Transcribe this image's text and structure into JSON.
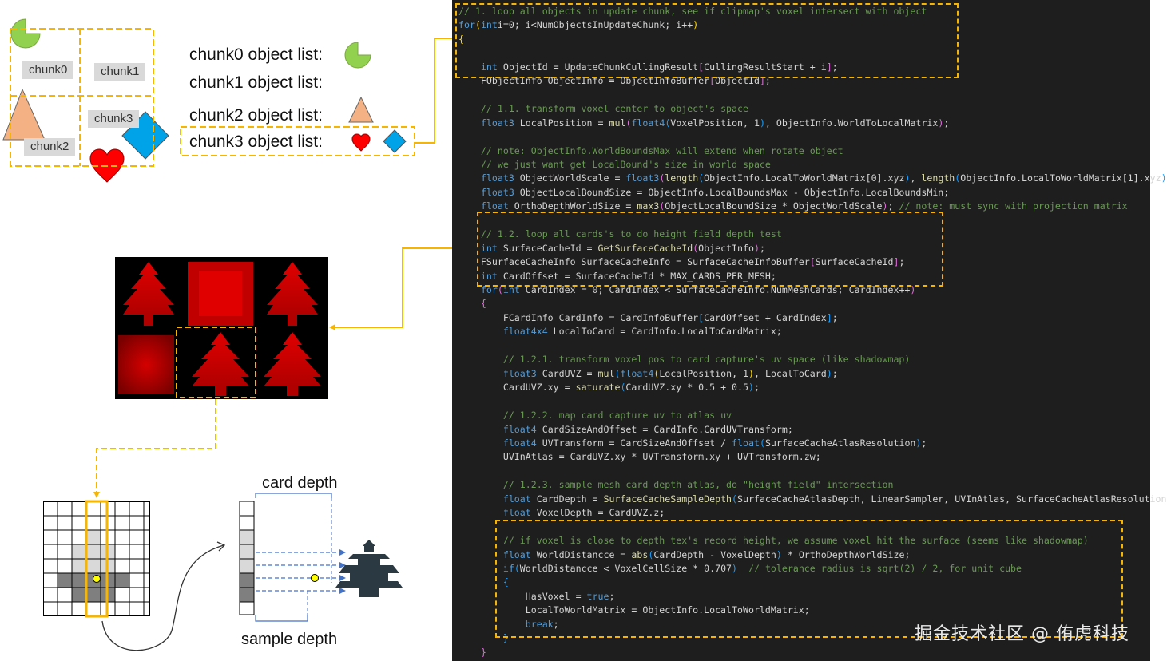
{
  "chunks": {
    "labels": [
      "chunk0",
      "chunk1",
      "chunk3",
      "chunk2"
    ]
  },
  "object_lists": [
    {
      "label": "chunk0 object list:",
      "objects": [
        "pacman-shape"
      ]
    },
    {
      "label": "chunk1 object list:",
      "objects": []
    },
    {
      "label": "chunk2 object list:",
      "objects": [
        "triangle-shape"
      ]
    },
    {
      "label": "chunk3 object list:",
      "objects": [
        "heart-shape",
        "diamond-shape"
      ]
    }
  ],
  "depth_diagram": {
    "top_label": "card depth",
    "bottom_label": "sample depth"
  },
  "colors": {
    "highlight": "#f7b500",
    "pacman": "#92d050",
    "triangle": "#f4b183",
    "heart": "#ff0000",
    "diamond": "#00a2e8",
    "code_bg": "#1e1e1e"
  },
  "code": [
    [
      [
        "cm",
        "// 1. loop all objects in update chunk, see if clipmap's voxel intersect with object"
      ]
    ],
    [
      [
        "kw",
        "for"
      ],
      [
        "br1",
        "("
      ],
      [
        "kw",
        "int"
      ],
      [
        "",
        "i=0; i<NumObjectsInUpdateChunk; i++"
      ],
      [
        "br1",
        ")"
      ]
    ],
    [
      [
        "br1",
        "{"
      ]
    ],
    [
      [
        "",
        ""
      ]
    ],
    [
      [
        "",
        "    "
      ],
      [
        "kw",
        "int"
      ],
      [
        "",
        " ObjectId = UpdateChunkCullingResult"
      ],
      [
        "br2",
        "["
      ],
      [
        "",
        "CullingResultStart + i"
      ],
      [
        "br2",
        "]"
      ],
      [
        "",
        ";"
      ]
    ],
    [
      [
        "",
        "    FObjectInfo ObjectInfo = ObjectInfoBuffer"
      ],
      [
        "br2",
        "["
      ],
      [
        "",
        "ObjectId"
      ],
      [
        "br2",
        "]"
      ],
      [
        "",
        ";"
      ]
    ],
    [
      [
        "",
        ""
      ]
    ],
    [
      [
        "",
        "    "
      ],
      [
        "cm",
        "// 1.1. transform voxel center to object's space"
      ]
    ],
    [
      [
        "",
        "    "
      ],
      [
        "kw",
        "float3"
      ],
      [
        "",
        " LocalPosition = "
      ],
      [
        "fn",
        "mul"
      ],
      [
        "br2",
        "("
      ],
      [
        "kw",
        "float4"
      ],
      [
        "br3",
        "("
      ],
      [
        "",
        "VoxelPosition, 1"
      ],
      [
        "br3",
        ")"
      ],
      [
        "",
        ", ObjectInfo.WorldToLocalMatrix"
      ],
      [
        "br2",
        ")"
      ],
      [
        "",
        ";"
      ]
    ],
    [
      [
        "",
        ""
      ]
    ],
    [
      [
        "",
        "    "
      ],
      [
        "cm",
        "// note: ObjectInfo.WorldBoundsMax will extend when rotate object"
      ]
    ],
    [
      [
        "",
        "    "
      ],
      [
        "cm",
        "// we just want get LocalBound's size in world space"
      ]
    ],
    [
      [
        "",
        "    "
      ],
      [
        "kw",
        "float3"
      ],
      [
        "",
        " ObjectWorldScale = "
      ],
      [
        "kw",
        "float3"
      ],
      [
        "br2",
        "("
      ],
      [
        "fn",
        "length"
      ],
      [
        "br3",
        "("
      ],
      [
        "",
        "ObjectInfo.LocalToWorldMatrix[0].xyz"
      ],
      [
        "br3",
        ")"
      ],
      [
        "",
        ", "
      ],
      [
        "fn",
        "length"
      ],
      [
        "br3",
        "("
      ],
      [
        "",
        "ObjectInfo.LocalToWorldMatrix[1].xyz"
      ],
      [
        "br3",
        ")"
      ]
    ],
    [
      [
        "",
        "    "
      ],
      [
        "kw",
        "float3"
      ],
      [
        "",
        " ObjectLocalBoundSize = ObjectInfo.LocalBoundsMax - ObjectInfo.LocalBoundsMin;"
      ]
    ],
    [
      [
        "",
        "    "
      ],
      [
        "kw",
        "float"
      ],
      [
        "",
        " OrthoDepthWorldSize = "
      ],
      [
        "fn",
        "max3"
      ],
      [
        "br2",
        "("
      ],
      [
        "",
        "ObjectLocalBoundSize * ObjectWorldScale"
      ],
      [
        "br2",
        ")"
      ],
      [
        "",
        "; "
      ],
      [
        "cm",
        "// note: must sync with projection matrix"
      ]
    ],
    [
      [
        "",
        ""
      ]
    ],
    [
      [
        "",
        "    "
      ],
      [
        "cm",
        "// 1.2. loop all cards's to do height field depth test"
      ]
    ],
    [
      [
        "",
        "    "
      ],
      [
        "kw",
        "int"
      ],
      [
        "",
        " SurfaceCacheId = "
      ],
      [
        "fn",
        "GetSurfaceCacheId"
      ],
      [
        "br2",
        "("
      ],
      [
        "",
        "ObjectInfo"
      ],
      [
        "br2",
        ")"
      ],
      [
        "",
        ";"
      ]
    ],
    [
      [
        "",
        "    FSurfaceCacheInfo SurfaceCacheInfo = SurfaceCacheInfoBuffer"
      ],
      [
        "br2",
        "["
      ],
      [
        "",
        "SurfaceCacheId"
      ],
      [
        "br2",
        "]"
      ],
      [
        "",
        ";"
      ]
    ],
    [
      [
        "",
        "    "
      ],
      [
        "kw",
        "int"
      ],
      [
        "",
        " CardOffset = SurfaceCacheId * MAX_CARDS_PER_MESH;"
      ]
    ],
    [
      [
        "",
        "    "
      ],
      [
        "kw",
        "for"
      ],
      [
        "br2",
        "("
      ],
      [
        "kw",
        "int"
      ],
      [
        "",
        " CardIndex = 0; CardIndex < SurfaceCacheInfo.NumMeshCards; CardIndex++"
      ],
      [
        "br2",
        ")"
      ]
    ],
    [
      [
        "",
        "    "
      ],
      [
        "br2",
        "{"
      ]
    ],
    [
      [
        "",
        "        FCardInfo CardInfo = CardInfoBuffer"
      ],
      [
        "br3",
        "["
      ],
      [
        "",
        "CardOffset + CardIndex"
      ],
      [
        "br3",
        "]"
      ],
      [
        "",
        ";"
      ]
    ],
    [
      [
        "",
        "        "
      ],
      [
        "kw",
        "float4x4"
      ],
      [
        "",
        " LocalToCard = CardInfo.LocalToCardMatrix;"
      ]
    ],
    [
      [
        "",
        ""
      ]
    ],
    [
      [
        "",
        "        "
      ],
      [
        "cm",
        "// 1.2.1. transform voxel pos to card capture's uv space (like shadowmap)"
      ]
    ],
    [
      [
        "",
        "        "
      ],
      [
        "kw",
        "float3"
      ],
      [
        "",
        " CardUVZ = "
      ],
      [
        "fn",
        "mul"
      ],
      [
        "br3",
        "("
      ],
      [
        "kw",
        "float4"
      ],
      [
        "br1",
        "("
      ],
      [
        "",
        "LocalPosition, 1"
      ],
      [
        "br1",
        ")"
      ],
      [
        "",
        ", LocalToCard"
      ],
      [
        "br3",
        ")"
      ],
      [
        "",
        ";"
      ]
    ],
    [
      [
        "",
        "        CardUVZ.xy = "
      ],
      [
        "fn",
        "saturate"
      ],
      [
        "br3",
        "("
      ],
      [
        "",
        "CardUVZ.xy * 0.5 + 0.5"
      ],
      [
        "br3",
        ")"
      ],
      [
        "",
        ";"
      ]
    ],
    [
      [
        "",
        ""
      ]
    ],
    [
      [
        "",
        "        "
      ],
      [
        "cm",
        "// 1.2.2. map card capture uv to atlas uv"
      ]
    ],
    [
      [
        "",
        "        "
      ],
      [
        "kw",
        "float4"
      ],
      [
        "",
        " CardSizeAndOffset = CardInfo.CardUVTransform;"
      ]
    ],
    [
      [
        "",
        "        "
      ],
      [
        "kw",
        "float4"
      ],
      [
        "",
        " UVTransform = CardSizeAndOffset / "
      ],
      [
        "kw",
        "float"
      ],
      [
        "br3",
        "("
      ],
      [
        "",
        "SurfaceCacheAtlasResolution"
      ],
      [
        "br3",
        ")"
      ],
      [
        "",
        ";"
      ]
    ],
    [
      [
        "",
        "        UVInAtlas = CardUVZ.xy * UVTransform.xy + UVTransform.zw;"
      ]
    ],
    [
      [
        "",
        ""
      ]
    ],
    [
      [
        "",
        "        "
      ],
      [
        "cm",
        "// 1.2.3. sample mesh card depth atlas, do \"height field\" intersection"
      ]
    ],
    [
      [
        "",
        "        "
      ],
      [
        "kw",
        "float"
      ],
      [
        "",
        " CardDepth = "
      ],
      [
        "fn",
        "SurfaceCacheSampleDepth"
      ],
      [
        "br3",
        "("
      ],
      [
        "",
        "SurfaceCacheAtlasDepth, LinearSampler, UVInAtlas, SurfaceCacheAtlasResolution"
      ]
    ],
    [
      [
        "",
        "        "
      ],
      [
        "kw",
        "float"
      ],
      [
        "",
        " VoxelDepth = CardUVZ.z;"
      ]
    ],
    [
      [
        "",
        ""
      ]
    ],
    [
      [
        "",
        "        "
      ],
      [
        "cm",
        "// if voxel is close to depth tex's record height, we assume voxel hit the surface (seems like shadowmap)"
      ]
    ],
    [
      [
        "",
        "        "
      ],
      [
        "kw",
        "float"
      ],
      [
        "",
        " WorldDistancce = "
      ],
      [
        "fn",
        "abs"
      ],
      [
        "br3",
        "("
      ],
      [
        "",
        "CardDepth - VoxelDepth"
      ],
      [
        "br3",
        ")"
      ],
      [
        "",
        " * OrthoDepthWorldSize;"
      ]
    ],
    [
      [
        "",
        "        "
      ],
      [
        "kw",
        "if"
      ],
      [
        "br3",
        "("
      ],
      [
        "",
        "WorldDistancce < VoxelCellSize * 0.707"
      ],
      [
        "br3",
        ")"
      ],
      [
        "",
        "  "
      ],
      [
        "cm",
        "// tolerance radius is sqrt(2) / 2, for unit cube"
      ]
    ],
    [
      [
        "",
        "        "
      ],
      [
        "br3",
        "{"
      ]
    ],
    [
      [
        "",
        "            HasVoxel = "
      ],
      [
        "kw",
        "true"
      ],
      [
        "",
        ";"
      ]
    ],
    [
      [
        "",
        "            LocalToWorldMatrix = ObjectInfo.LocalToWorldMatrix;"
      ]
    ],
    [
      [
        "",
        "            "
      ],
      [
        "kw",
        "break"
      ],
      [
        "",
        ";"
      ]
    ],
    [
      [
        "",
        "        "
      ],
      [
        "br3",
        "}"
      ]
    ],
    [
      [
        "",
        "    "
      ],
      [
        "br2",
        "}"
      ]
    ]
  ],
  "watermark": "掘金技术社区 @ 侑虎科技"
}
